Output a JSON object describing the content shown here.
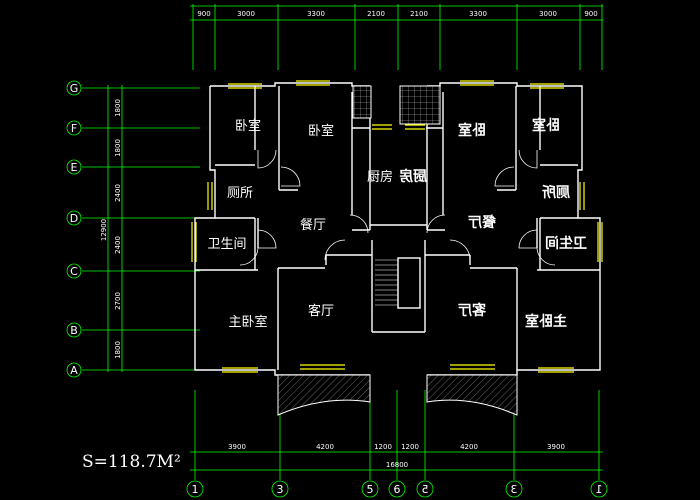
{
  "top_dims": [
    "900",
    "3000",
    "3300",
    "2100",
    "2100",
    "3300",
    "3000",
    "900"
  ],
  "bottom_dims": [
    "3900",
    "4200",
    "1200",
    "1200",
    "4200",
    "3900"
  ],
  "bottom_total": "16800",
  "left_dims": [
    "1800",
    "1800",
    "2400",
    "2400",
    "2700",
    "1800"
  ],
  "left_total": "12900",
  "axis_rows": [
    "G",
    "F",
    "E",
    "D",
    "C",
    "B",
    "A"
  ],
  "axis_cols": [
    "1",
    "3",
    "5",
    "6",
    "5",
    "3",
    "1"
  ],
  "rooms": {
    "bed_tl": "卧室",
    "bed_tm": "卧室",
    "toilet_l": "厕所",
    "kitchen_l": "厨房",
    "dining_l": "餐厅",
    "bath_l": "卫生间",
    "master_l": "主卧室",
    "living_l": "客厅",
    "kitchen_r": "厨房",
    "bed_tr1": "卧室",
    "bed_tr2": "卧室",
    "toilet_r": "厕所",
    "dining_r": "餐厅",
    "bath_r": "卫生间",
    "living_r": "客厅",
    "master_r": "主卧室"
  },
  "area_label": "S=118.7M²",
  "colors": {
    "background": "#000000",
    "dimension_lines": "#00ff00",
    "walls": "#ffffff",
    "windows": "#ffff00"
  }
}
